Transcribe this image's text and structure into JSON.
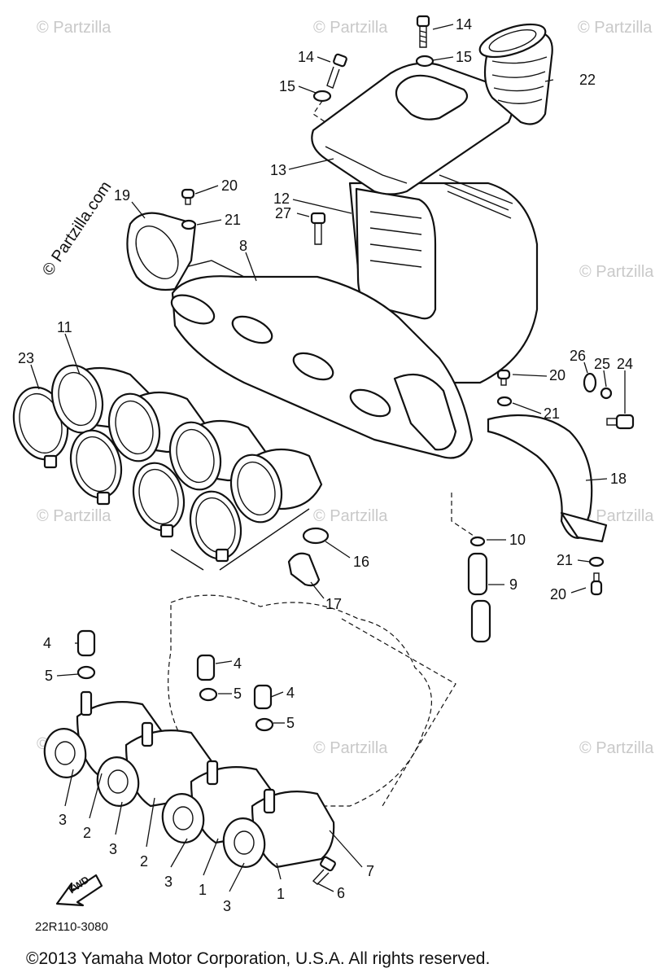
{
  "watermark": {
    "text": "© Partzilla.com",
    "faint_text": "© Partzilla"
  },
  "diagram": {
    "drawing_code": "22R110-3080",
    "fwd_label": "FWD",
    "callouts": {
      "c14a": "14",
      "c14b": "14",
      "c15a": "15",
      "c15b": "15",
      "c22": "22",
      "c13": "13",
      "c12": "12",
      "c20a": "20",
      "c21a": "21",
      "c19": "19",
      "c27": "27",
      "c8": "8",
      "c11": "11",
      "c23": "23",
      "c26": "26",
      "c25": "25",
      "c24": "24",
      "c20b": "20",
      "c21b": "21",
      "c18": "18",
      "c10": "10",
      "c9": "9",
      "c16": "16",
      "c17": "17",
      "c21c": "21",
      "c20c": "20",
      "c4a": "4",
      "c5a": "5",
      "c4b": "4",
      "c5b": "5",
      "c4c": "4",
      "c5c": "5",
      "c3a": "3",
      "c2a": "2",
      "c3b": "3",
      "c2b": "2",
      "c3c": "3",
      "c1a": "1",
      "c3d": "3",
      "c1b": "1",
      "c7": "7",
      "c6": "6"
    }
  },
  "footer": {
    "copyright": "©2013 Yamaha Motor Corporation, U.S.A. All rights reserved."
  }
}
